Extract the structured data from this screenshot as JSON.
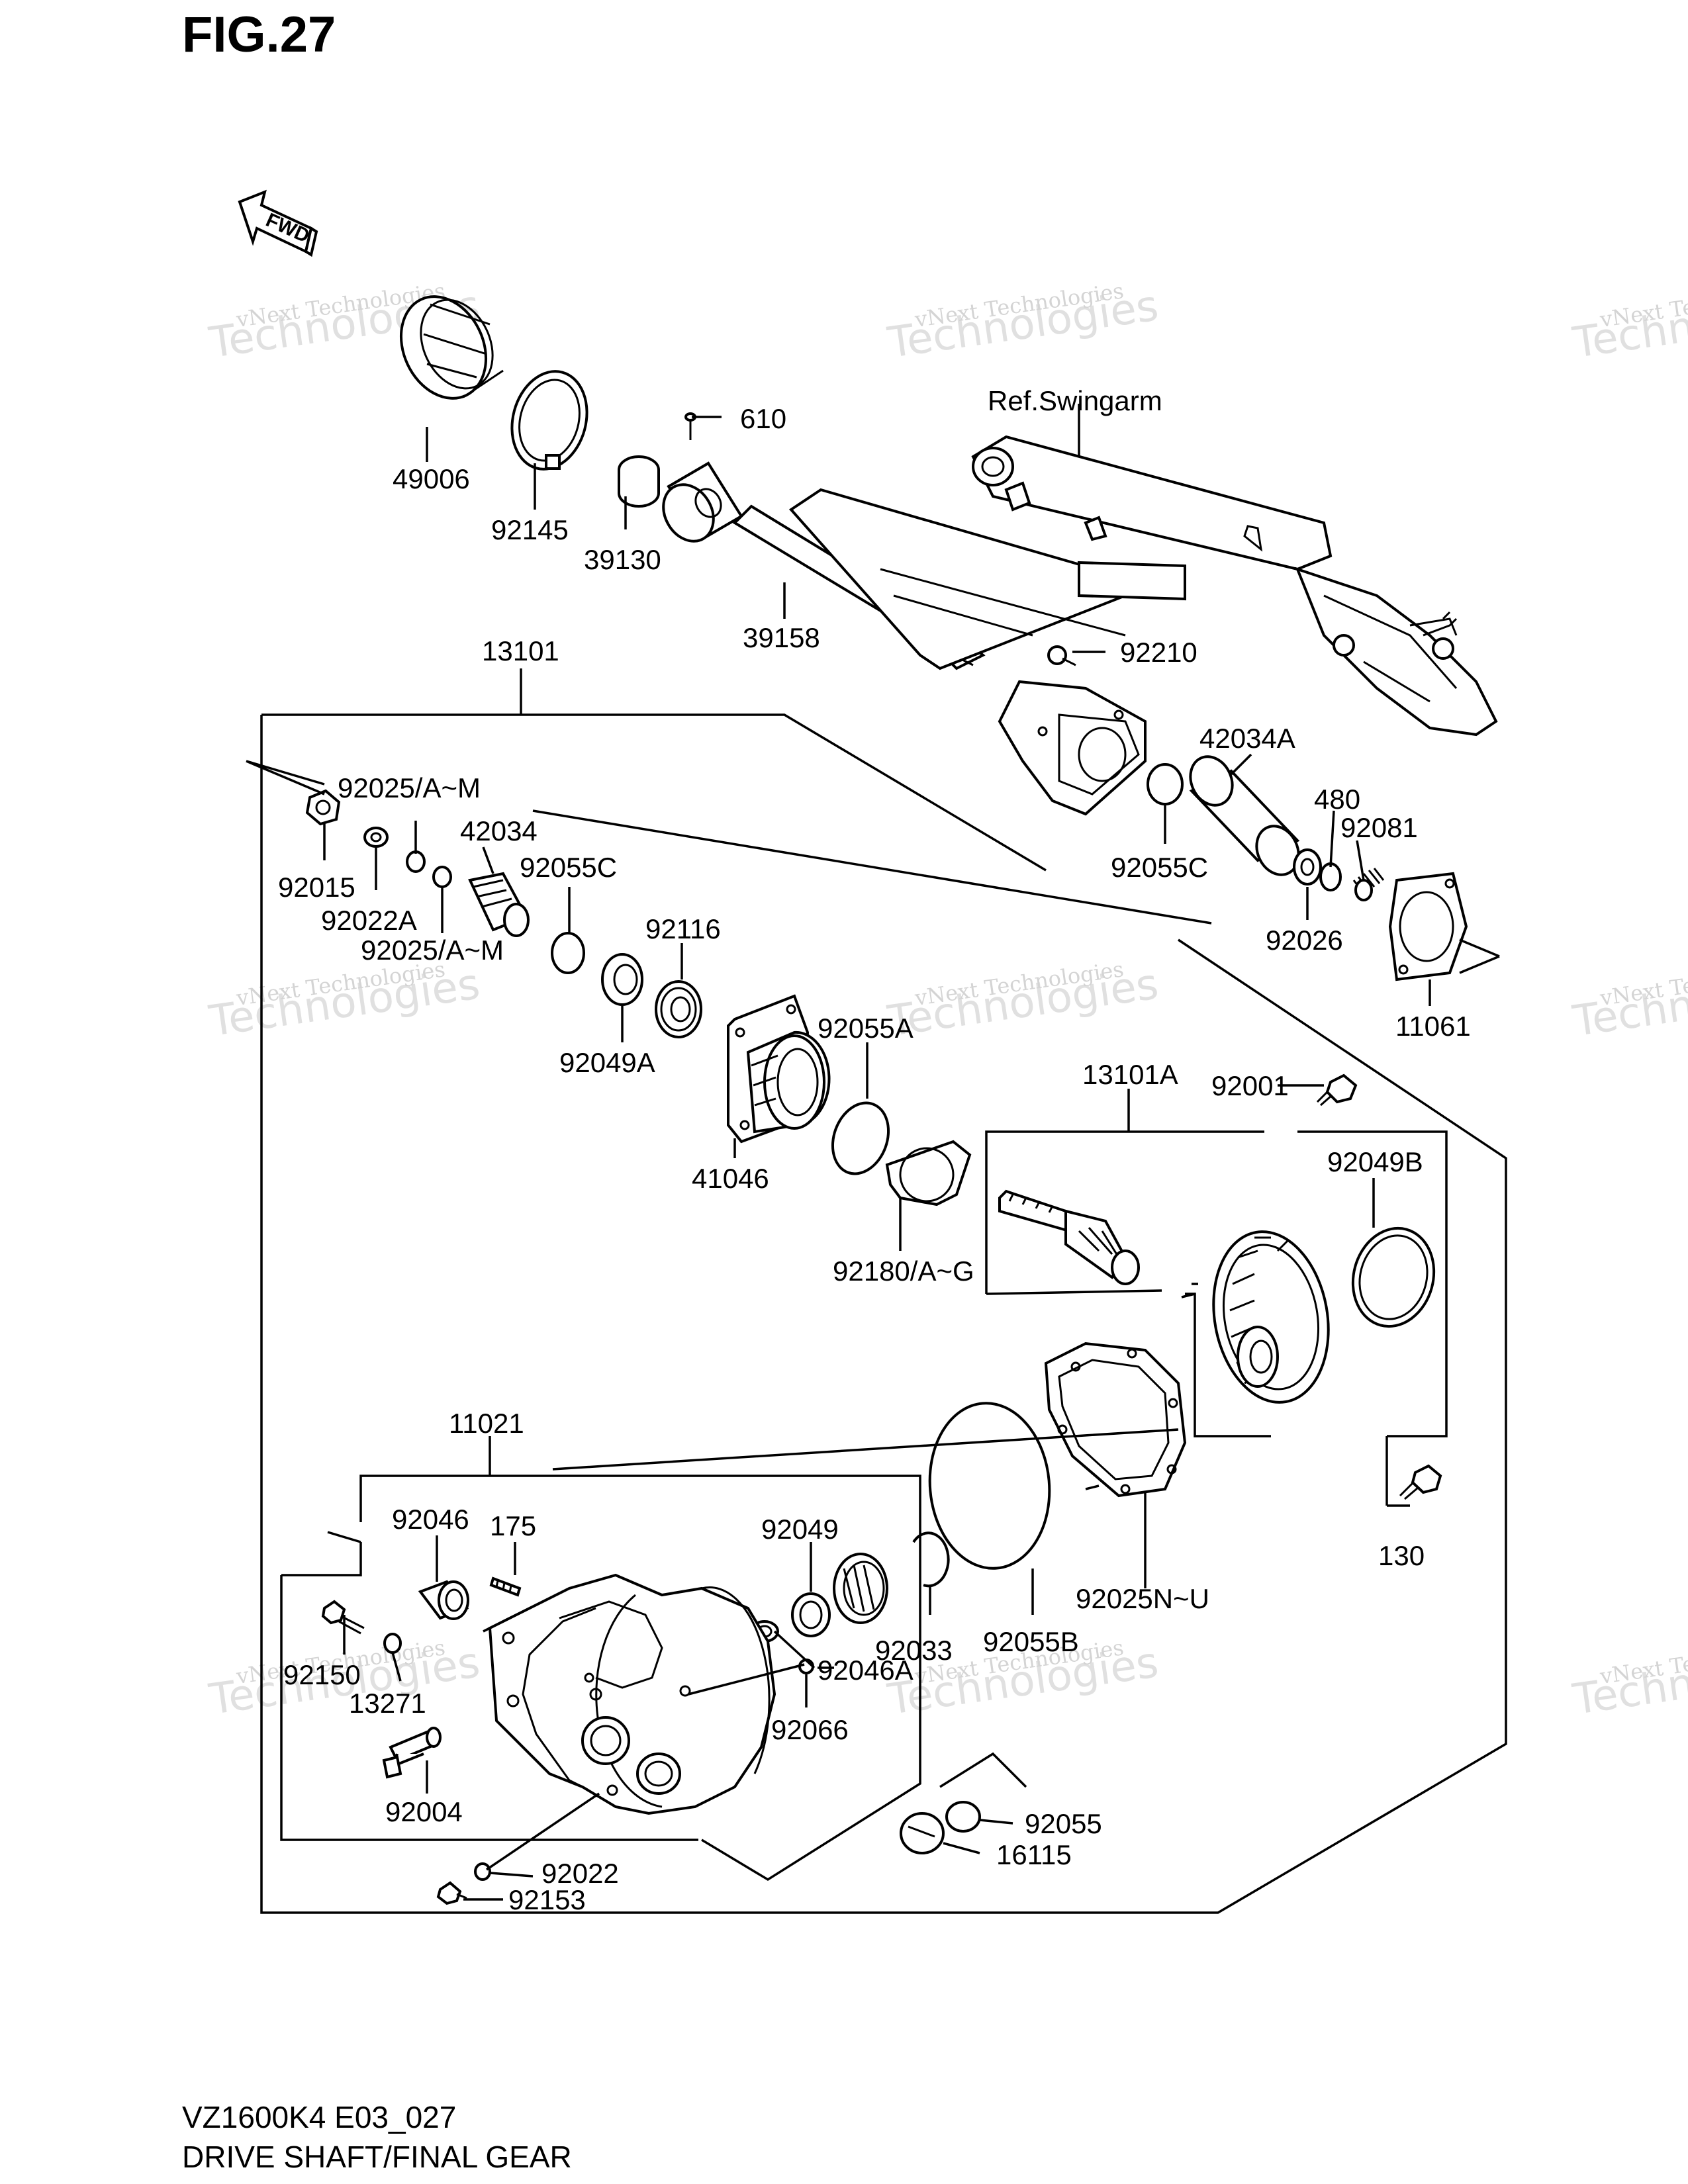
{
  "header": {
    "figure": "FIG.27"
  },
  "footer": {
    "model_code": "VZ1600K4 E03_027",
    "section_title": "DRIVE SHAFT/FINAL GEAR"
  },
  "direction_arrow": {
    "label": "FWD"
  },
  "reference": {
    "label": "Ref.Swingarm"
  },
  "watermark": {
    "line1": "vNext Technologies",
    "line2": "Technologies"
  },
  "callouts": {
    "c49006": "49006",
    "c92145": "92145",
    "c39130": "39130",
    "c610": "610",
    "c39158": "39158",
    "c92210": "92210",
    "c13101": "13101",
    "c42034A": "42034A",
    "c92025AM_1": "92025/A~M",
    "c92015": "92015",
    "c92022A": "92022A",
    "c42034": "42034",
    "c92055C_1": "92055C",
    "c92025AM_2": "92025/A~M",
    "c92116": "92116",
    "c92055C_2": "92055C",
    "c480": "480",
    "c92081": "92081",
    "c92026": "92026",
    "c11061": "11061",
    "c92049A": "92049A",
    "c92055A": "92055A",
    "c41046": "41046",
    "c13101A": "13101A",
    "c92001": "92001",
    "c92049B": "92049B",
    "c92180AG": "92180/A~G",
    "c11021": "11021",
    "c92046": "92046",
    "c175": "175",
    "c92049": "92049",
    "c92025NU": "92025N~U",
    "c130": "130",
    "c92150": "92150",
    "c13271": "13271",
    "c92033": "92033",
    "c92055B": "92055B",
    "c92046A": "92046A",
    "c92066": "92066",
    "c92004": "92004",
    "c92055": "92055",
    "c16115": "16115",
    "c92022": "92022",
    "c92153": "92153"
  }
}
